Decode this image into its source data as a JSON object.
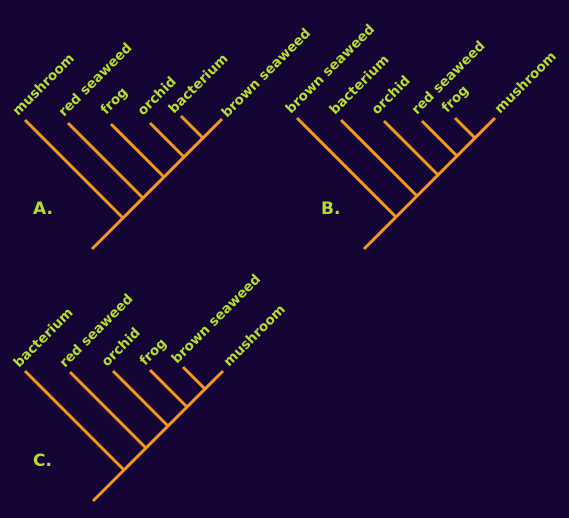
{
  "colors": {
    "background": "#150535",
    "branch": "#f7981f",
    "label": "#b5de2e"
  },
  "panels": [
    {
      "id": "A",
      "label": "A.",
      "taxa": [
        "mushroom",
        "red seaweed",
        "frog",
        "orchid",
        "bacterium",
        "brown seaweed"
      ]
    },
    {
      "id": "B",
      "label": "B.",
      "taxa": [
        "brown seaweed",
        "bacterium",
        "orchid",
        "red seaweed",
        "frog",
        "mushroom"
      ]
    },
    {
      "id": "C",
      "label": "C.",
      "taxa": [
        "bacterium",
        "red seaweed",
        "orchid",
        "frog",
        "brown seaweed",
        "mushroom"
      ]
    }
  ]
}
